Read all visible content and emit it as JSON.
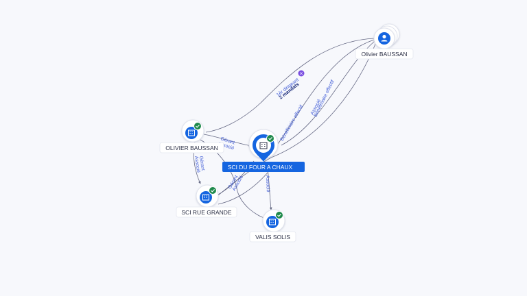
{
  "nodes": {
    "person": {
      "label": "Olivier BAUSSAN",
      "icon": "person-icon"
    },
    "olivier_company": {
      "label": "OLIVIER BAUSSAN",
      "icon": "building-icon",
      "status": "check-icon"
    },
    "sci_four": {
      "label": "SCI DU FOUR A CHAUX",
      "icon": "building-icon",
      "status": "check-icon",
      "selected": true
    },
    "sci_rue": {
      "label": "SCI RUE GRANDE",
      "icon": "building-icon",
      "status": "check-icon"
    },
    "valis": {
      "label": "VALIS SOLIS",
      "icon": "building-icon",
      "status": "check-icon"
    }
  },
  "edges": {
    "person_olivier_1": "1èr dirigeant",
    "person_olivier_2": "2 mandats",
    "person_four_1": "Bénéficiaire effectif",
    "person_four_2": "Associé",
    "person_four_3": "Bénéficiaire effectif",
    "olivier_four_1": "Gérant",
    "olivier_four_2": "Associé",
    "olivier_rue_1": "Gérant",
    "olivier_rue_2": "Associé",
    "rue_four_1": "Gérant",
    "rue_four_2": "Associé",
    "four_valis": "Associé"
  },
  "colors": {
    "accent": "#1565e0",
    "status_ok": "#1f8a4c",
    "mandate_badge": "#7a4ee0",
    "edge": "#4b4f6e",
    "edge_label": "#3f5bd6"
  }
}
